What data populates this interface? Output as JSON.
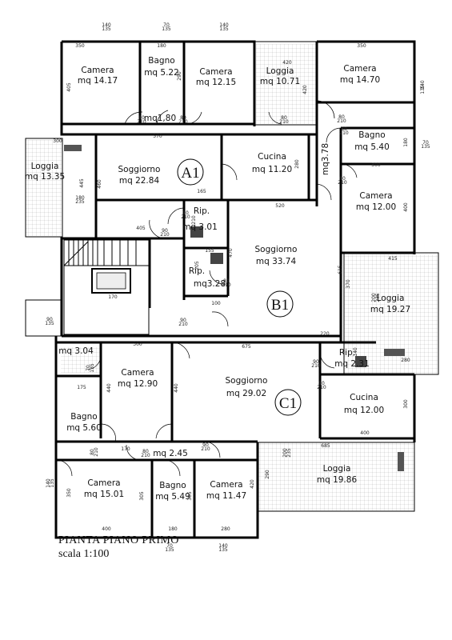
{
  "title": "PIANTA PIANO PRIMO",
  "scale": "scala 1:100",
  "units": [
    "A1",
    "B1",
    "C1"
  ],
  "rooms": [
    {
      "id": "a1-camera-1",
      "name": "Camera",
      "area": "mq 14.17"
    },
    {
      "id": "a1-bagno-1",
      "name": "Bagno",
      "area": "mq 5.22"
    },
    {
      "id": "a1-camera-2",
      "name": "Camera",
      "area": "mq 12.15"
    },
    {
      "id": "a1-disimpegno",
      "name": "",
      "area": "mq1,80"
    },
    {
      "id": "a1-loggia-west",
      "name": "Loggia",
      "area": "mq 13.35"
    },
    {
      "id": "a1-soggiorno",
      "name": "Soggiorno",
      "area": "mq 22.84"
    },
    {
      "id": "a1-cucina",
      "name": "Cucina",
      "area": "mq 11.20"
    },
    {
      "id": "a1-rip",
      "name": "Rip.",
      "area": "mq 3.01"
    },
    {
      "id": "b1-loggia-north",
      "name": "Loggia",
      "area": "mq 10.71"
    },
    {
      "id": "b1-camera-1",
      "name": "Camera",
      "area": "mq 14.70"
    },
    {
      "id": "b1-bagno",
      "name": "Bagno",
      "area": "mq 5.40"
    },
    {
      "id": "b1-corridoio",
      "name": "",
      "area": "mq3.78"
    },
    {
      "id": "b1-camera-2",
      "name": "Camera",
      "area": "mq 12.00"
    },
    {
      "id": "b1-soggiorno",
      "name": "Soggiorno",
      "area": "mq 33.74"
    },
    {
      "id": "b1-rip",
      "name": "Rip.",
      "area": "mq3.28"
    },
    {
      "id": "b1-loggia-east",
      "name": "Loggia",
      "area": "mq 19.27"
    },
    {
      "id": "b1-rip-2",
      "name": "Rip.",
      "area": "mq 2.31"
    },
    {
      "id": "c1-ripostiglio",
      "name": "",
      "area": "mq 3.04"
    },
    {
      "id": "c1-camera-1",
      "name": "Camera",
      "area": "mq 12.90"
    },
    {
      "id": "c1-soggiorno",
      "name": "Soggiorno",
      "area": "mq 29.02"
    },
    {
      "id": "c1-bagno-1",
      "name": "Bagno",
      "area": "mq 5.60"
    },
    {
      "id": "c1-cucina",
      "name": "Cucina",
      "area": "mq 12.00"
    },
    {
      "id": "c1-disimpegno",
      "name": "",
      "area": "mq 2.45"
    },
    {
      "id": "c1-camera-2",
      "name": "Camera",
      "area": "mq 15.01"
    },
    {
      "id": "c1-bagno-2",
      "name": "Bagno",
      "area": "mq 5.49"
    },
    {
      "id": "c1-camera-3",
      "name": "Camera",
      "area": "mq 11.47"
    },
    {
      "id": "c1-loggia",
      "name": "Loggia",
      "area": "mq 19.86"
    }
  ],
  "dimensions": [
    "140",
    "135",
    "350",
    "180",
    "70",
    "135",
    "140",
    "135",
    "420",
    "405",
    "290",
    "420",
    "80",
    "210",
    "80",
    "210",
    "570",
    "80",
    "210",
    "80",
    "210",
    "350",
    "140",
    "135",
    "300",
    "70",
    "135",
    "180",
    "80",
    "210",
    "300",
    "280",
    "460",
    "165",
    "90",
    "210",
    "520",
    "80",
    "210",
    "400",
    "445",
    "180",
    "235",
    "210",
    "405",
    "90",
    "210",
    "470",
    "155",
    "205",
    "80",
    "210",
    "615",
    "415",
    "370",
    "200",
    "235",
    "170",
    "100",
    "90",
    "210",
    "90",
    "135",
    "300",
    "675",
    "220",
    "140",
    "280",
    "90",
    "210",
    "70",
    "135",
    "440",
    "440",
    "90",
    "210",
    "175",
    "300",
    "400",
    "685",
    "80",
    "210",
    "170",
    "80",
    "210",
    "90",
    "210",
    "200",
    "235",
    "290",
    "140",
    "135",
    "350",
    "305",
    "305",
    "420",
    "400",
    "180",
    "280",
    "70",
    "135",
    "140",
    "135"
  ]
}
